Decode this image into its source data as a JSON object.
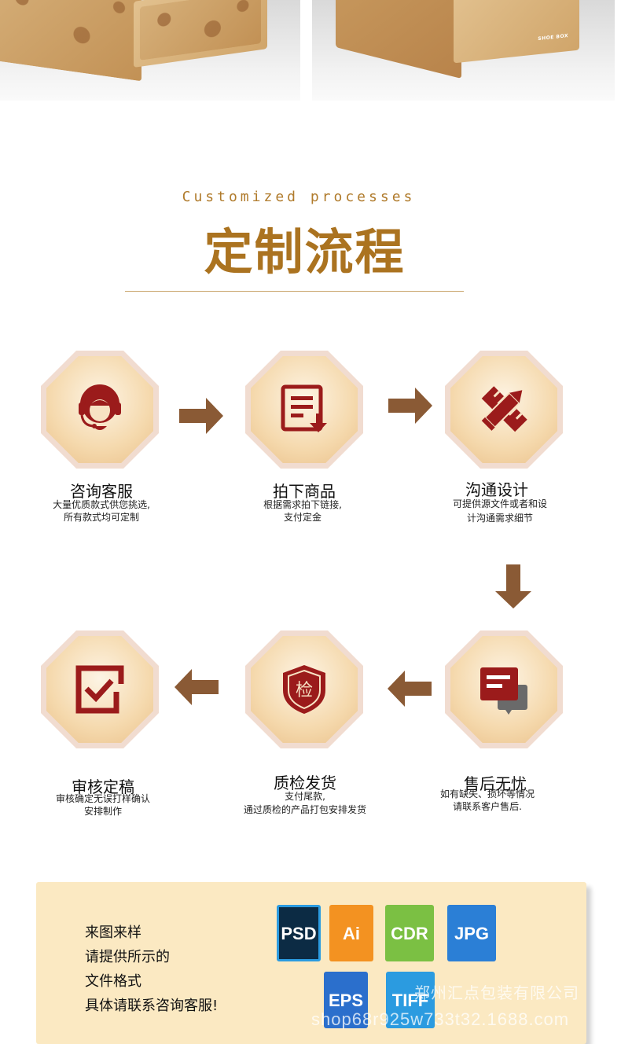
{
  "photos": {
    "right_box_label": "SHOE BOX"
  },
  "header": {
    "subtitle": "Customized processes",
    "title": "定制流程"
  },
  "steps": [
    {
      "title": "咨询客服",
      "desc_line1": "大量优质款式供您挑选,",
      "desc_line2": "所有款式均可定制",
      "icon": "customer-service-headset-icon"
    },
    {
      "title": "拍下商品",
      "desc_line1": "根据需求拍下链接,",
      "desc_line2": "支付定金",
      "icon": "order-document-download-icon"
    },
    {
      "title": "沟通设计",
      "desc_line1": "可提供源文件或者和设",
      "desc_line2": "计沟通需求细节",
      "icon": "ruler-pencil-icon"
    },
    {
      "title": "售后无忧",
      "desc_line1": "如有缺失、损坏等情况",
      "desc_line2": "请联系客户售后.",
      "icon": "chat-message-icon"
    },
    {
      "title": "质检发货",
      "desc_line1": "支付尾款,",
      "desc_line2": "通过质检的产品打包安排发货",
      "icon": "inspection-shield-icon",
      "badge_char": "检"
    },
    {
      "title": "审核定稿",
      "desc_line1": "审核确定无误打样确认",
      "desc_line2": "安排制作",
      "icon": "checkbox-approve-icon"
    }
  ],
  "formats_panel": {
    "lines": [
      "来图来样",
      "请提供所示的",
      "文件格式",
      "具体请联系咨询客服!"
    ],
    "files": [
      {
        "label": "PSD",
        "color": "#0c2b44"
      },
      {
        "label": "Ai",
        "color": "#f39221"
      },
      {
        "label": "CDR",
        "color": "#7bc043"
      },
      {
        "label": "JPG",
        "color": "#2b7fd6"
      },
      {
        "label": "EPS",
        "color": "#2b6fcc"
      },
      {
        "label": "TIFF",
        "color": "#2b9be0"
      }
    ]
  },
  "watermark": {
    "company": "郑州汇点包装有限公司",
    "url": "shop68r925w733t32.1688.com"
  },
  "colors": {
    "brand_brown": "#ab7320",
    "icon_red": "#9b1b1b",
    "arrow_brown": "#8a5a35"
  }
}
